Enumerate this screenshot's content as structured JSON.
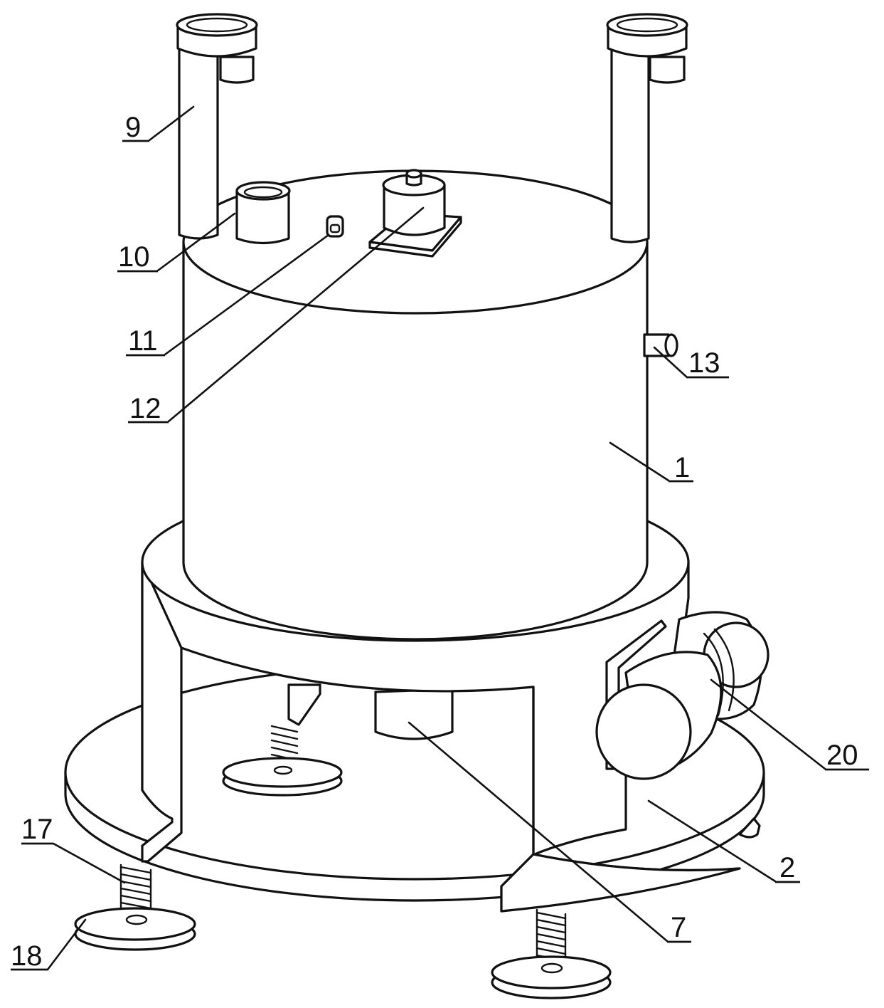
{
  "figure": {
    "callouts": [
      {
        "id": "c1",
        "text": "1"
      },
      {
        "id": "c2",
        "text": "2"
      },
      {
        "id": "c7",
        "text": "7"
      },
      {
        "id": "c9",
        "text": "9"
      },
      {
        "id": "c10",
        "text": "10"
      },
      {
        "id": "c11",
        "text": "11"
      },
      {
        "id": "c12",
        "text": "12"
      },
      {
        "id": "c13",
        "text": "13"
      },
      {
        "id": "c17",
        "text": "17"
      },
      {
        "id": "c18",
        "text": "18"
      },
      {
        "id": "c20",
        "text": "20"
      }
    ]
  }
}
